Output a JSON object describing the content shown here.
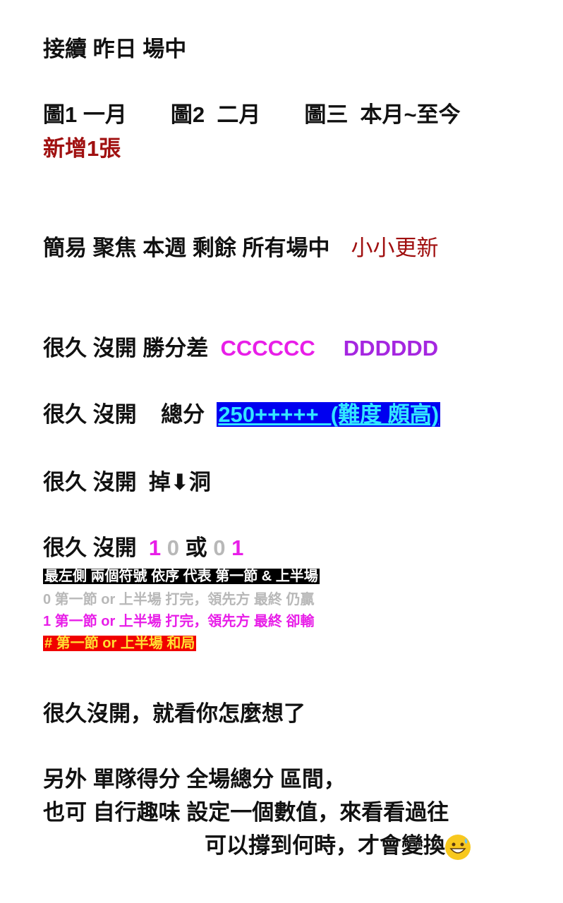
{
  "line1": "接續 昨日 場中",
  "line2": {
    "a": "圖1 一月",
    "b": "圖2  二月",
    "c": "圖三  本月~至今"
  },
  "line3": "新增1張",
  "line4": {
    "text": "簡易 聚焦 本週 剩餘 所有場中",
    "update": "小小更新"
  },
  "line5": {
    "text": "很久 沒開 勝分差",
    "c": "CCCCCC",
    "d": "DDDDDD"
  },
  "line6": {
    "text": "很久 沒開    總分",
    "highlight": "250+++++  (難度 頗高)"
  },
  "line7": {
    "text": "很久 沒開  掉",
    "arrow": "⬇",
    "end": "洞"
  },
  "line8": {
    "text": "很久 沒開 ",
    "a": "1",
    "b": "0",
    "or": "或",
    "c": "0",
    "d": "1"
  },
  "legend": {
    "header": "最左側 兩個符號 依序 代表 第一節 & 上半場",
    "zero": "0 第一節 or 上半場 打完，領先方 最終 仍贏",
    "one": "1 第一節 or 上半場 打完，領先方 最終 卻輸",
    "hash": "# 第一節 or 上半場 和局"
  },
  "line9": "很久沒開，就看你怎麼想了",
  "line10": "另外 單隊得分 全場總分 區間，",
  "line11": "也可 自行趣味 設定一個數值，來看看過往",
  "line12": "可以撐到何時，才會變換",
  "colors": {
    "red": "#a01010",
    "magenta": "#e81ee8",
    "purple": "#a526e0",
    "gray": "#b8b8b8",
    "highlight_bg": "#0000f0",
    "highlight_fg": "#33e6ff"
  }
}
